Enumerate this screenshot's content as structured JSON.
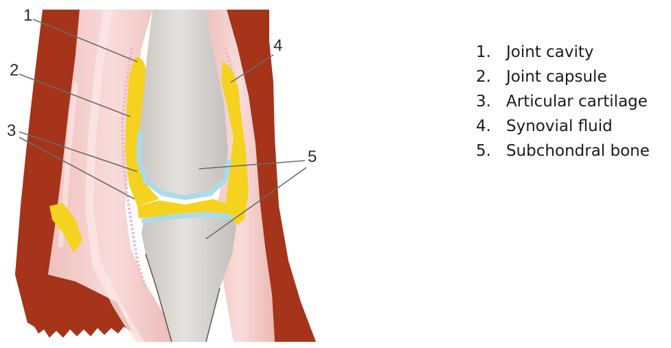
{
  "diagram": {
    "callouts": [
      {
        "id": "1",
        "label": "1"
      },
      {
        "id": "2",
        "label": "2"
      },
      {
        "id": "3",
        "label": "3"
      },
      {
        "id": "4",
        "label": "4"
      },
      {
        "id": "5",
        "label": "5"
      }
    ]
  },
  "legend": {
    "items": [
      {
        "number": "1.",
        "text": "Joint cavity"
      },
      {
        "number": "2.",
        "text": "Joint capsule"
      },
      {
        "number": "3.",
        "text": "Articular cartilage"
      },
      {
        "number": "4.",
        "text": "Synovial fluid"
      },
      {
        "number": "5.",
        "text": "Subchondral bone"
      }
    ]
  },
  "colors": {
    "muscle": "#a5341a",
    "tendon": "#f3cfcd",
    "bone": "#d6d3cf",
    "cartilage": "#a9dbe9",
    "synovial_fluid": "#f5d21e",
    "capsule": "#e9b6d3"
  }
}
